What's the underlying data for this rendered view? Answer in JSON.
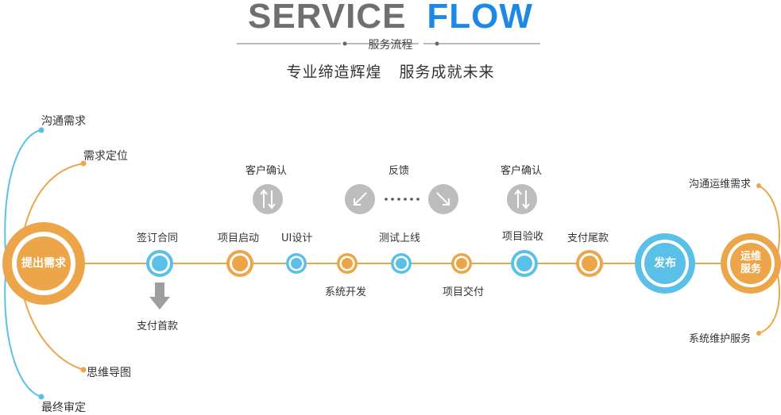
{
  "header": {
    "title_word1": "SERVICE",
    "title_word2": "FLOW",
    "subtitle": "服务流程",
    "slogan_left": "专业缔造辉煌",
    "slogan_right": "服务成就未来"
  },
  "start": {
    "label": "提出需求",
    "branches": [
      "沟通需求",
      "需求定位",
      "思维导图",
      "最终审定"
    ]
  },
  "steps": {
    "sign": "签订合同",
    "first_payment": "支付首款",
    "kickoff": "项目启动",
    "ui": "UI设计",
    "dev": "系统开发",
    "test": "测试上线",
    "deliver": "项目交付",
    "accept": "项目验收",
    "final_payment": "支付尾款",
    "publish": "发布"
  },
  "feedback": {
    "confirm1": "客户确认",
    "feedback": "反馈",
    "confirm2": "客户确认"
  },
  "end": {
    "label_line1": "运维",
    "label_line2": "服务",
    "top": "沟通运维需求",
    "bottom": "系统维护服务"
  },
  "colors": {
    "orange": "#eca649",
    "blue": "#5bc0e8",
    "gray": "#bdbdbd"
  }
}
